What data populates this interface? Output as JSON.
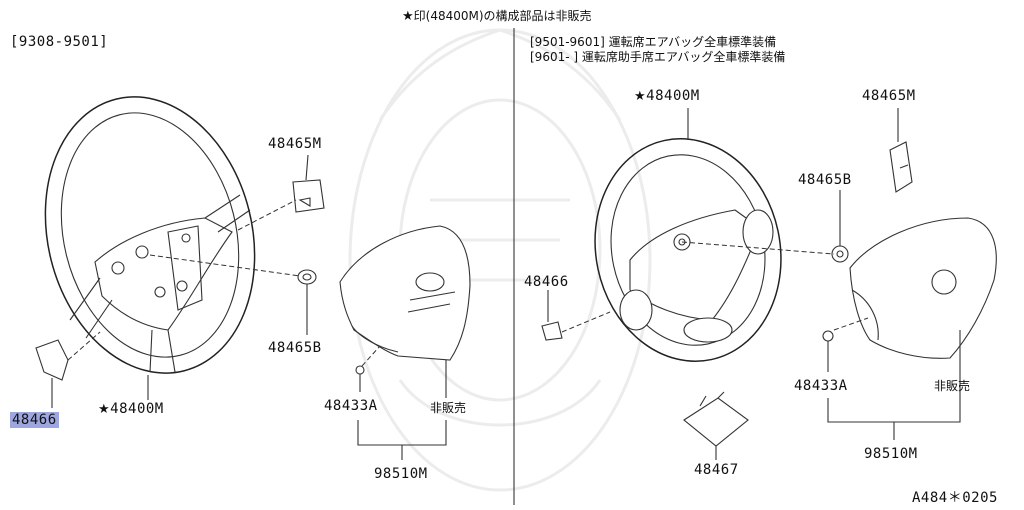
{
  "header": {
    "note": "印(48400M)の構成部品は非販売",
    "left_period": "[9308-9501]",
    "right_line1": "[9501-9601] 運転席エアバッグ全車標準装備",
    "right_line2": "[9601-     ] 運転席助手席エアバッグ全車標準装備"
  },
  "left_panel": {
    "label_48465M": "48465M",
    "label_48465B": "48465B",
    "label_48466": "48466",
    "label_48400M": "48400M",
    "label_48433A": "48433A",
    "label_not_sold": "非販売",
    "label_98510M": "98510M"
  },
  "right_panel": {
    "label_48400M": "48400M",
    "label_48465M": "48465M",
    "label_48465B": "48465B",
    "label_48466": "48466",
    "label_48433A": "48433A",
    "label_not_sold": "非販売",
    "label_98510M": "98510M",
    "label_48467": "48467"
  },
  "footer": {
    "code": "A484＊0205"
  }
}
